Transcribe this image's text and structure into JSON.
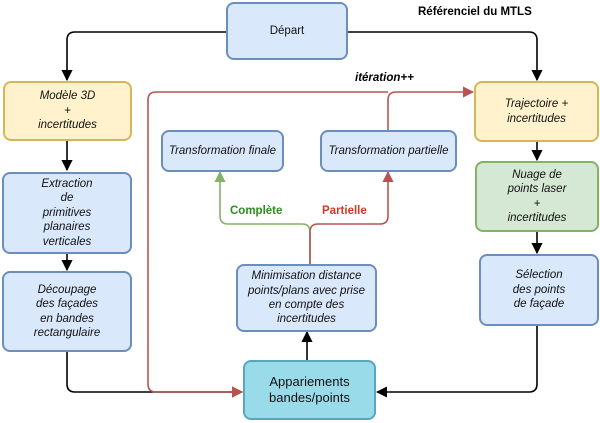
{
  "title": "Référenciel du MTLS",
  "nodes": {
    "depart": "Départ",
    "modele": "Modèle 3D\n+\nincertitudes",
    "extraction": "Extraction\nde\nprimitives\nplanaires\nverticales",
    "decoupage": "Découpage\ndes façades\nen bandes\nrectangulaire",
    "trajectoire": "Trajectoire +\nincertitudes",
    "nuage": "Nuage de\npoints laser\n+\nincertitudes",
    "selection": "Sélection\ndes points\nde façade",
    "appariements": "Appariements\nbandes/points",
    "minimisation": "Minimisation  distance\npoints/plans avec prise\nen compte des\nincertitudes",
    "transfo_finale": "Transformation finale",
    "transfo_partielle": "Transformation partielle"
  },
  "edge_labels": {
    "iteration": "itération++",
    "complete": "Complète",
    "partielle": "Partielle"
  },
  "colors": {
    "arrow": "#000000",
    "loop": "#b85450",
    "complete": "#82b366",
    "complete_text": "#2e8b1e",
    "partielle_text": "#d23a28"
  }
}
